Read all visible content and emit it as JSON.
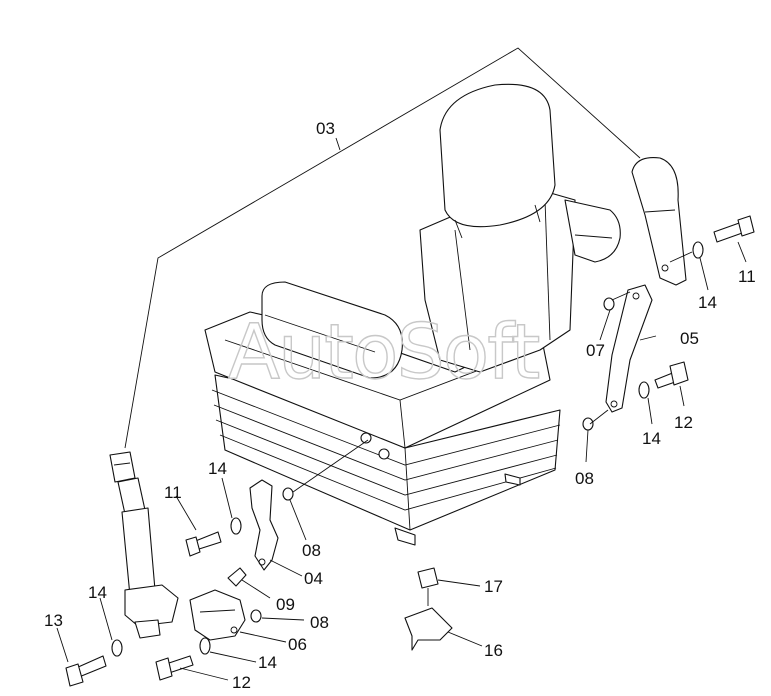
{
  "watermark": "AutoSoft",
  "callouts": [
    {
      "id": "c03",
      "text": "03"
    },
    {
      "id": "c11r",
      "text": "11"
    },
    {
      "id": "c14a",
      "text": "14"
    },
    {
      "id": "c05",
      "text": "05"
    },
    {
      "id": "c07",
      "text": "07"
    },
    {
      "id": "c12r",
      "text": "12"
    },
    {
      "id": "c14b",
      "text": "14"
    },
    {
      "id": "c08r",
      "text": "08"
    },
    {
      "id": "c14c",
      "text": "14"
    },
    {
      "id": "c11l",
      "text": "11"
    },
    {
      "id": "c08a",
      "text": "08"
    },
    {
      "id": "c04",
      "text": "04"
    },
    {
      "id": "c09",
      "text": "09"
    },
    {
      "id": "c13",
      "text": "13"
    },
    {
      "id": "c14d",
      "text": "14"
    },
    {
      "id": "c08b",
      "text": "08"
    },
    {
      "id": "c06",
      "text": "06"
    },
    {
      "id": "c14e",
      "text": "14"
    },
    {
      "id": "c12l",
      "text": "12"
    },
    {
      "id": "c17",
      "text": "17"
    },
    {
      "id": "c16",
      "text": "16"
    }
  ]
}
